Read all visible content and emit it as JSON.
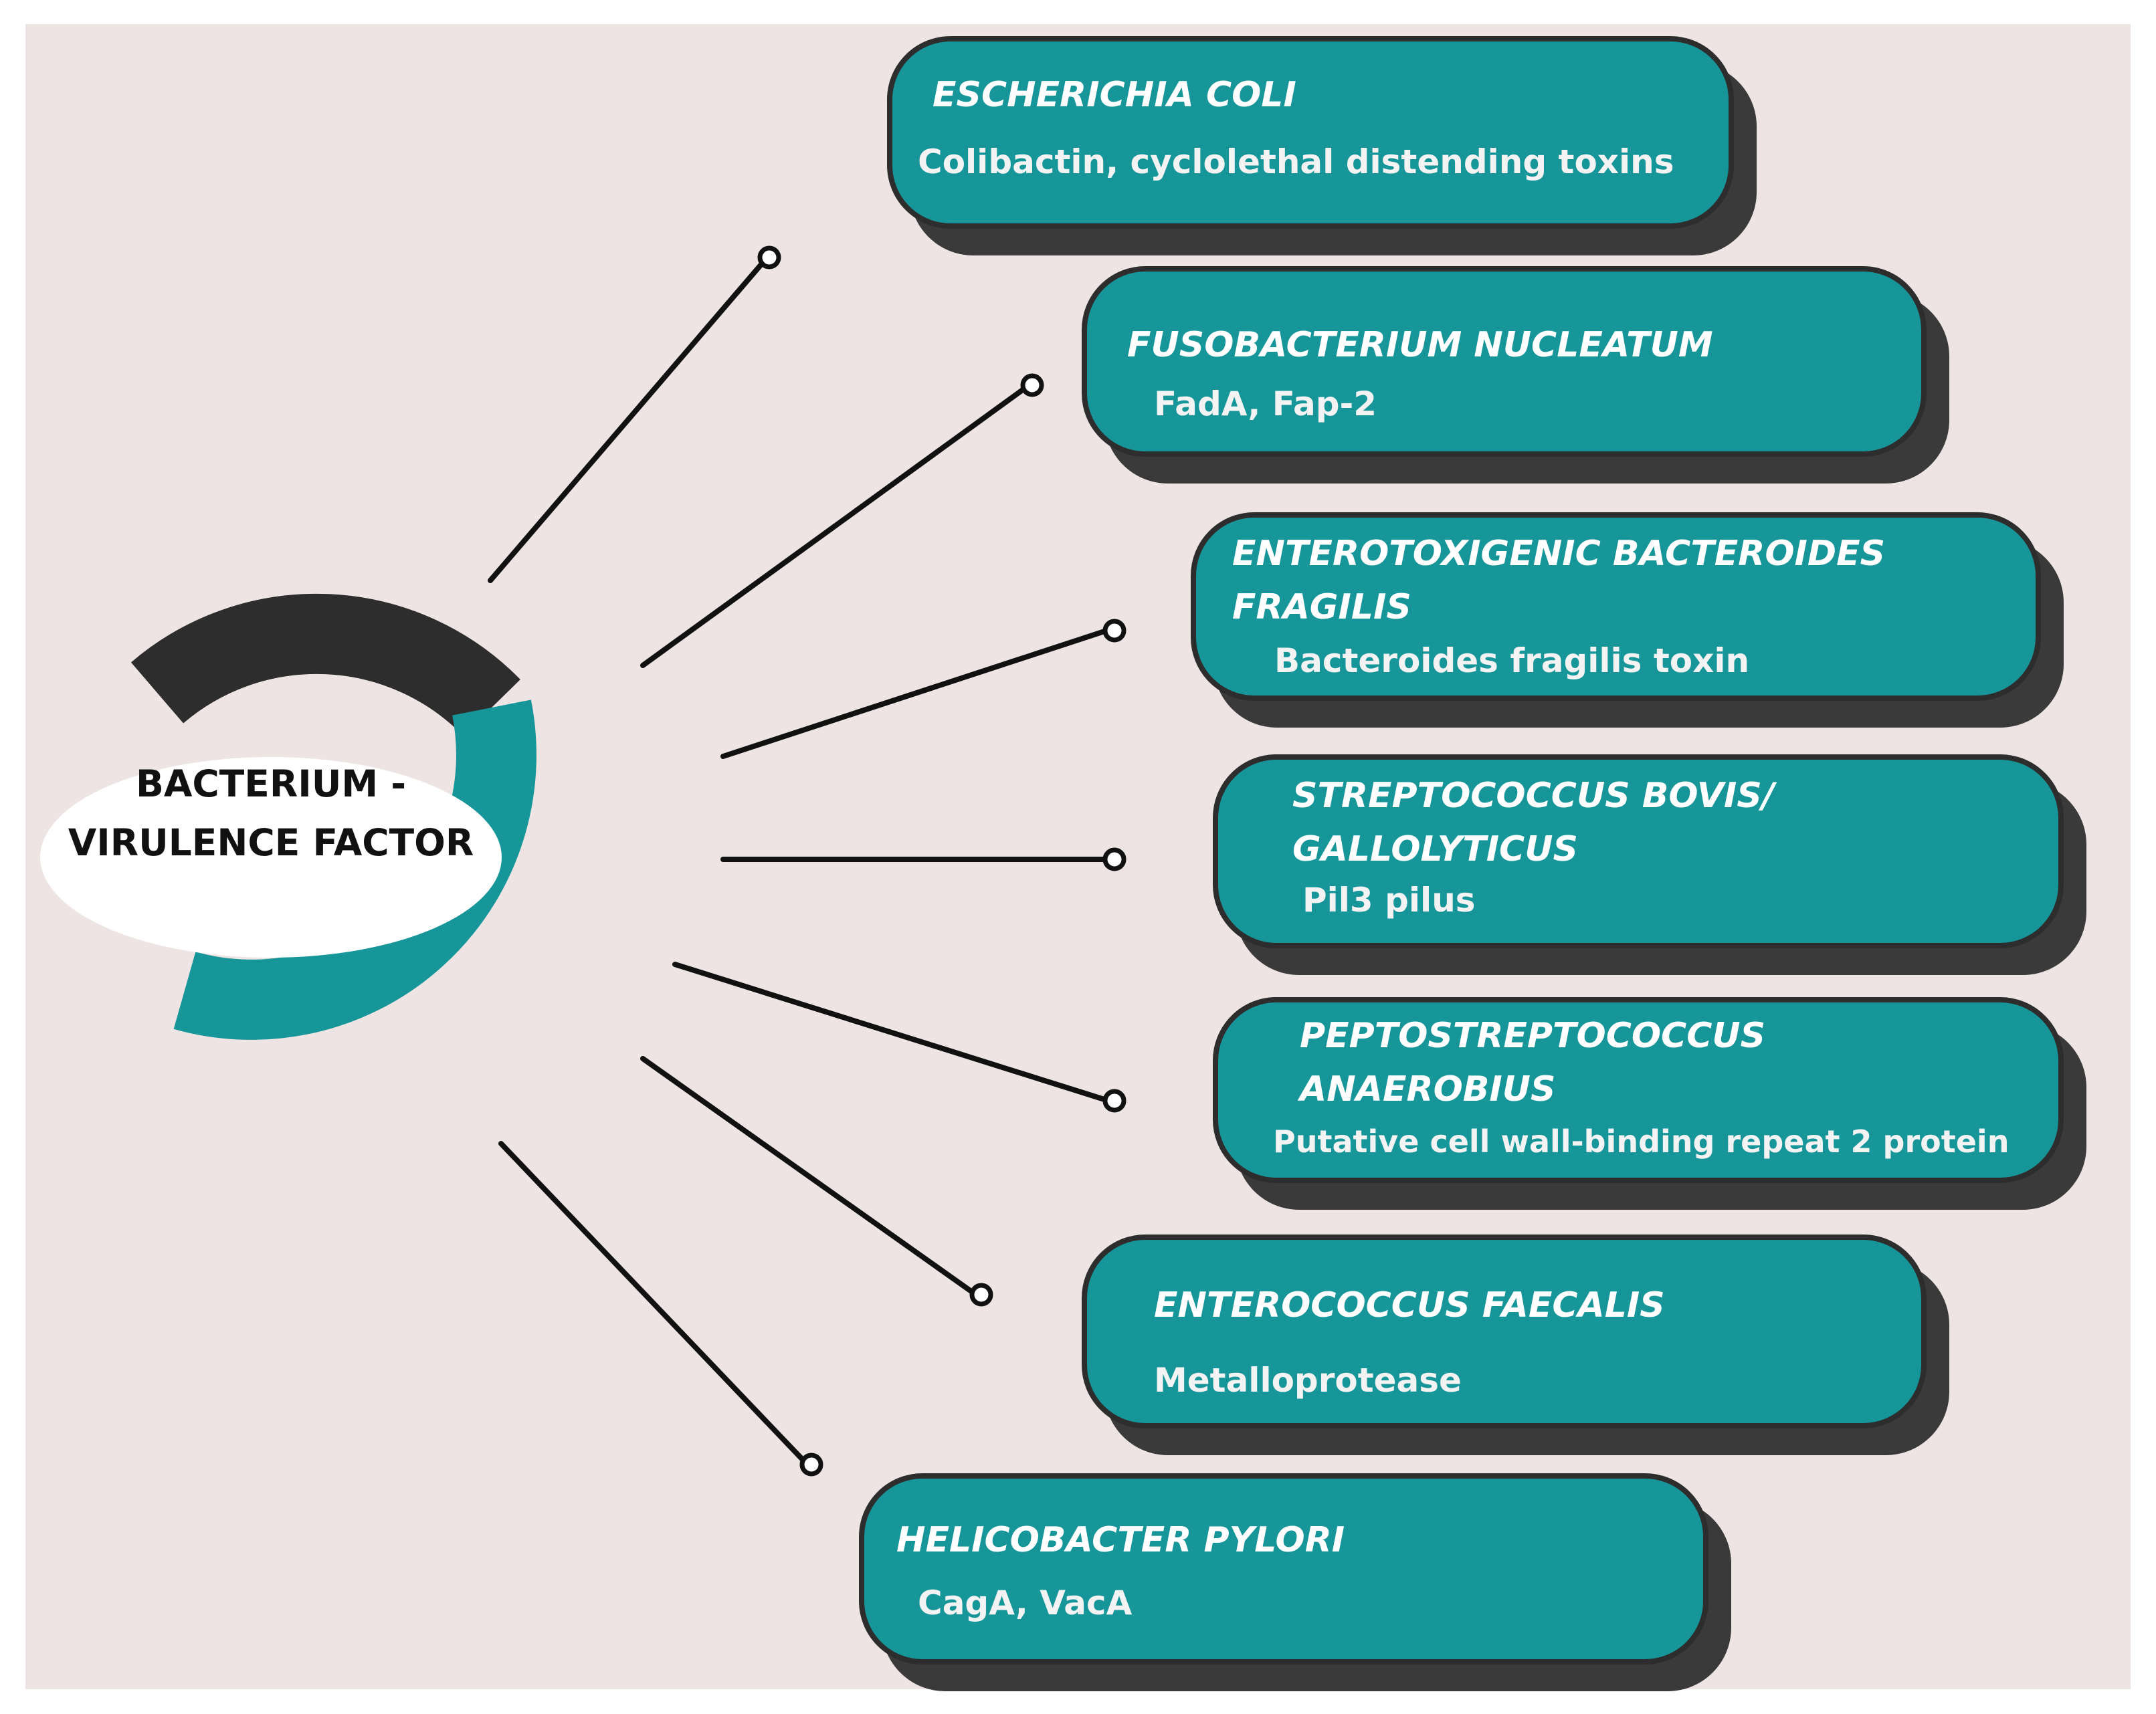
{
  "center": {
    "line1": "BACTERIUM -",
    "line2": "VIRULENCE FACTOR"
  },
  "colors": {
    "background": "#ede4e3",
    "box_fill": "#17969a",
    "box_border": "#2d2d2d",
    "ring_dark": "#2d2d2d",
    "ring_teal": "#17969a"
  },
  "bacteria": [
    {
      "name": "ESCHERICHIA COLI",
      "factor": "Colibactin, cyclolethal distending toxins"
    },
    {
      "name": "FUSOBACTERIUM NUCLEATUM",
      "factor": "FadA, Fap-2"
    },
    {
      "name_line1": "ENTEROTOXIGENIC BACTEROIDES",
      "name_line2": "FRAGILIS",
      "factor": "Bacteroides fragilis toxin"
    },
    {
      "name_line1": "STREPTOCOCCUS BOVIS/",
      "name_line2": "GALLOLYTICUS",
      "factor": "Pil3 pilus"
    },
    {
      "name_line1": "PEPTOSTREPTOCOCCUS",
      "name_line2": "ANAEROBIUS",
      "factor": "Putative cell wall-binding repeat 2 protein"
    },
    {
      "name": "ENTEROCOCCUS FAECALIS",
      "factor": "Metalloprotease"
    },
    {
      "name": "HELICOBACTER PYLORI",
      "factor": "CagA, VacA"
    }
  ]
}
